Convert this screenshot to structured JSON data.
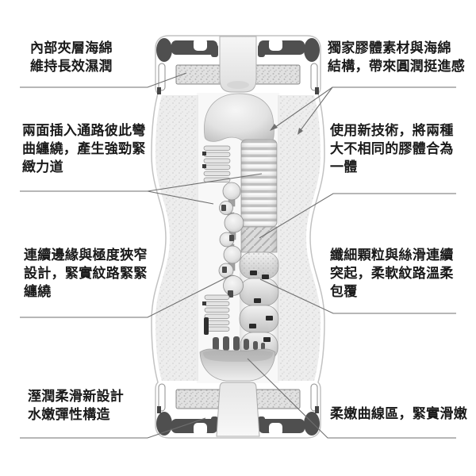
{
  "annotations": {
    "top_left": {
      "text": "內部夾層海綿\n維持長效濕潤"
    },
    "mid_left": {
      "text": "兩面插入通路彼此彎\n曲纏繞，產生強勁緊\n緻力道"
    },
    "lower_left": {
      "text": "連續邊緣與極度狹窄\n設計，緊實紋路緊緊\n纏繞"
    },
    "bottom_left": {
      "text": "溼潤柔滑新設計\n水嫩彈性構造"
    },
    "top_right": {
      "text": "獨家膠體素材與海綿\n結構，帶來圓潤挺進感"
    },
    "mid_right": {
      "text": "使用新技術，將兩種\n大不相同的膠體合為\n一體"
    },
    "lower_right": {
      "text": "纖細顆粒與絲滑連續\n突起，柔軟紋路溫柔\n包覆"
    },
    "bottom_right": {
      "text": "柔嫩曲線區，緊實滑嫩"
    }
  },
  "colors": {
    "background": "#ffffff",
    "annotation_text": "#1a1a1a",
    "leader_line": "#6f6f6f",
    "cap_accent": "#4f4f4f",
    "sponge_fill": "#e1e1e1",
    "body_speckle": "#ededed"
  }
}
